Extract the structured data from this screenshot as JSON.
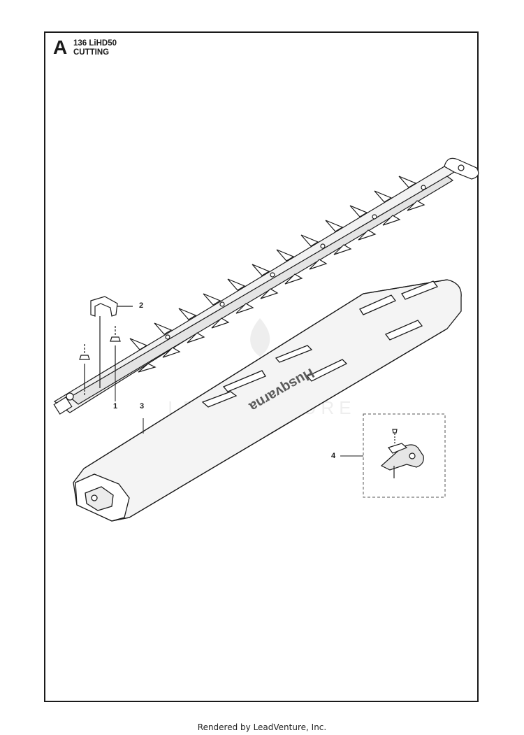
{
  "header": {
    "section_letter": "A",
    "model": "136 LiHD50",
    "section_title": "CUTTING"
  },
  "callouts": [
    {
      "number": "1"
    },
    {
      "number": "2"
    },
    {
      "number": "3"
    },
    {
      "number": "4"
    }
  ],
  "guard_brand": "Husqvarna",
  "watermark": "LEADVENTURE",
  "footer": "Rendered by LeadVenture, Inc."
}
